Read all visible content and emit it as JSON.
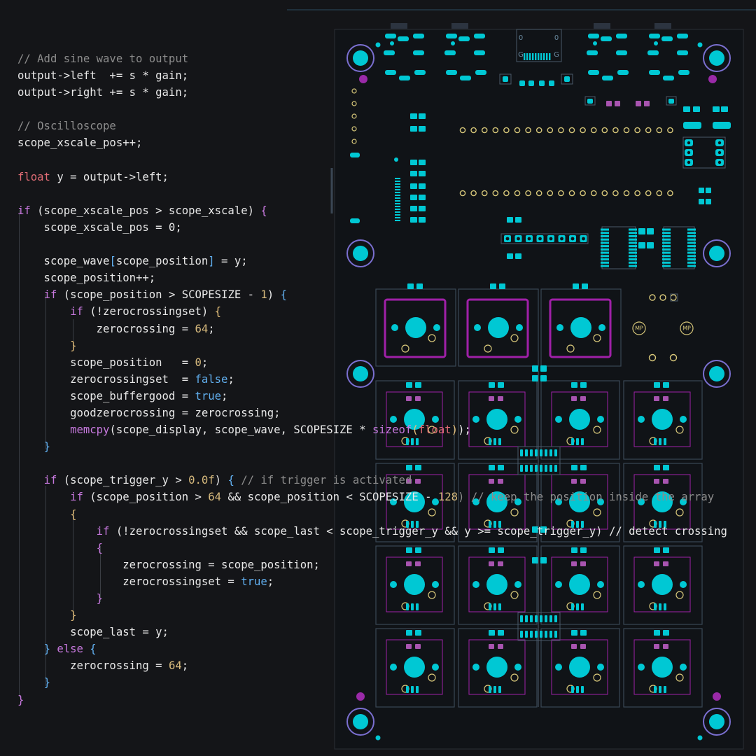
{
  "colors": {
    "background": "#141518",
    "board": "#101317",
    "board_edge": "#2a2f36",
    "copper": "#00c8d4",
    "silkscreen": "#a020a8",
    "courtyard": "#3a4654",
    "mounting_ring": "#7a6fd0",
    "pad_yellow": "#d8c87a"
  },
  "code_lines": [
    [
      {
        "t": "// Add sine wave to output",
        "c": "com"
      }
    ],
    [
      {
        "t": "output->left  += s * gain;",
        "c": "op"
      }
    ],
    [
      {
        "t": "output->right += s * gain;",
        "c": "op"
      }
    ],
    [],
    [
      {
        "t": "// Oscilloscope",
        "c": "com"
      }
    ],
    [
      {
        "t": "scope_xscale_pos++;",
        "c": "op"
      }
    ],
    [],
    [
      {
        "t": "float",
        "c": "type"
      },
      {
        "t": " y = output->left;",
        "c": "op"
      }
    ],
    [],
    [
      {
        "t": "if",
        "c": "kw"
      },
      {
        "t": " (scope_xscale_pos > scope_xscale) ",
        "c": "op"
      },
      {
        "t": "{",
        "c": "br2"
      }
    ],
    [
      {
        "t": "    scope_xscale_pos = 0;",
        "c": "op"
      }
    ],
    [],
    [
      {
        "t": "    scope_wave",
        "c": "op"
      },
      {
        "t": "[",
        "c": "br3"
      },
      {
        "t": "scope_position",
        "c": "op"
      },
      {
        "t": "]",
        "c": "br3"
      },
      {
        "t": " = y;",
        "c": "op"
      }
    ],
    [
      {
        "t": "    scope_position++;",
        "c": "op"
      }
    ],
    [
      {
        "t": "    ",
        "c": "op"
      },
      {
        "t": "if",
        "c": "kw"
      },
      {
        "t": " (scope_position > SCOPESIZE - ",
        "c": "op"
      },
      {
        "t": "1",
        "c": "num"
      },
      {
        "t": ") ",
        "c": "op"
      },
      {
        "t": "{",
        "c": "br3"
      }
    ],
    [
      {
        "t": "        ",
        "c": "op"
      },
      {
        "t": "if",
        "c": "kw"
      },
      {
        "t": " (!zerocrossingset) ",
        "c": "op"
      },
      {
        "t": "{",
        "c": "br1"
      }
    ],
    [
      {
        "t": "            zerocrossing = ",
        "c": "op"
      },
      {
        "t": "64",
        "c": "num"
      },
      {
        "t": ";",
        "c": "op"
      }
    ],
    [
      {
        "t": "        ",
        "c": "op"
      },
      {
        "t": "}",
        "c": "br1"
      }
    ],
    [
      {
        "t": "        scope_position   = ",
        "c": "op"
      },
      {
        "t": "0",
        "c": "num"
      },
      {
        "t": ";",
        "c": "op"
      }
    ],
    [
      {
        "t": "        zerocrossingset  = ",
        "c": "op"
      },
      {
        "t": "false",
        "c": "bool"
      },
      {
        "t": ";",
        "c": "op"
      }
    ],
    [
      {
        "t": "        scope_buffergood = ",
        "c": "op"
      },
      {
        "t": "true",
        "c": "bool"
      },
      {
        "t": ";",
        "c": "op"
      }
    ],
    [
      {
        "t": "        goodzerocrossing = zerocrossing;",
        "c": "op"
      }
    ],
    [
      {
        "t": "        ",
        "c": "op"
      },
      {
        "t": "memcpy",
        "c": "fn"
      },
      {
        "t": "(scope_display, scope_wave, SCOPESIZE * ",
        "c": "op"
      },
      {
        "t": "sizeof",
        "c": "kw"
      },
      {
        "t": "(",
        "c": "br1"
      },
      {
        "t": "float",
        "c": "type"
      },
      {
        "t": ")",
        "c": "br1"
      },
      {
        "t": ");",
        "c": "op"
      }
    ],
    [
      {
        "t": "    ",
        "c": "op"
      },
      {
        "t": "}",
        "c": "br3"
      }
    ],
    [],
    [
      {
        "t": "    ",
        "c": "op"
      },
      {
        "t": "if",
        "c": "kw"
      },
      {
        "t": " (scope_trigger_y > ",
        "c": "op"
      },
      {
        "t": "0.0f",
        "c": "num"
      },
      {
        "t": ") ",
        "c": "op"
      },
      {
        "t": "{",
        "c": "br3"
      },
      {
        "t": " // if trigger is activated",
        "c": "com"
      }
    ],
    [
      {
        "t": "        ",
        "c": "op"
      },
      {
        "t": "if",
        "c": "kw"
      },
      {
        "t": " (scope_position > ",
        "c": "op"
      },
      {
        "t": "64",
        "c": "num"
      },
      {
        "t": " && scope_position < SCOPESIZE - ",
        "c": "op"
      },
      {
        "t": "128",
        "c": "num"
      },
      {
        "t": ") // keep the position inside the array",
        "c": "com"
      }
    ],
    [
      {
        "t": "        ",
        "c": "op"
      },
      {
        "t": "{",
        "c": "br1"
      }
    ],
    [
      {
        "t": "            ",
        "c": "op"
      },
      {
        "t": "if",
        "c": "kw"
      },
      {
        "t": " (!zerocrossingset && scope_last < scope_trigger_y && y >= scope_trigger_y) // detect crossing",
        "c": "op"
      }
    ],
    [
      {
        "t": "            ",
        "c": "op"
      },
      {
        "t": "{",
        "c": "br2"
      }
    ],
    [
      {
        "t": "                zerocrossing = scope_position;",
        "c": "op"
      }
    ],
    [
      {
        "t": "                zerocrossingset = ",
        "c": "op"
      },
      {
        "t": "true",
        "c": "bool"
      },
      {
        "t": ";",
        "c": "op"
      }
    ],
    [
      {
        "t": "            ",
        "c": "op"
      },
      {
        "t": "}",
        "c": "br2"
      }
    ],
    [
      {
        "t": "        ",
        "c": "op"
      },
      {
        "t": "}",
        "c": "br1"
      }
    ],
    [
      {
        "t": "        scope_last = y;",
        "c": "op"
      }
    ],
    [
      {
        "t": "    ",
        "c": "op"
      },
      {
        "t": "}",
        "c": "br3"
      },
      {
        "t": " ",
        "c": "op"
      },
      {
        "t": "else",
        "c": "kw"
      },
      {
        "t": " ",
        "c": "op"
      },
      {
        "t": "{",
        "c": "br3"
      }
    ],
    [
      {
        "t": "        zerocrossing = ",
        "c": "op"
      },
      {
        "t": "64",
        "c": "num"
      },
      {
        "t": ";",
        "c": "op"
      }
    ],
    [
      {
        "t": "    ",
        "c": "op"
      },
      {
        "t": "}",
        "c": "br3"
      }
    ],
    [
      {
        "t": "}",
        "c": "br2"
      }
    ]
  ],
  "pcb_labels": {
    "mp": "MP",
    "g": "G"
  }
}
